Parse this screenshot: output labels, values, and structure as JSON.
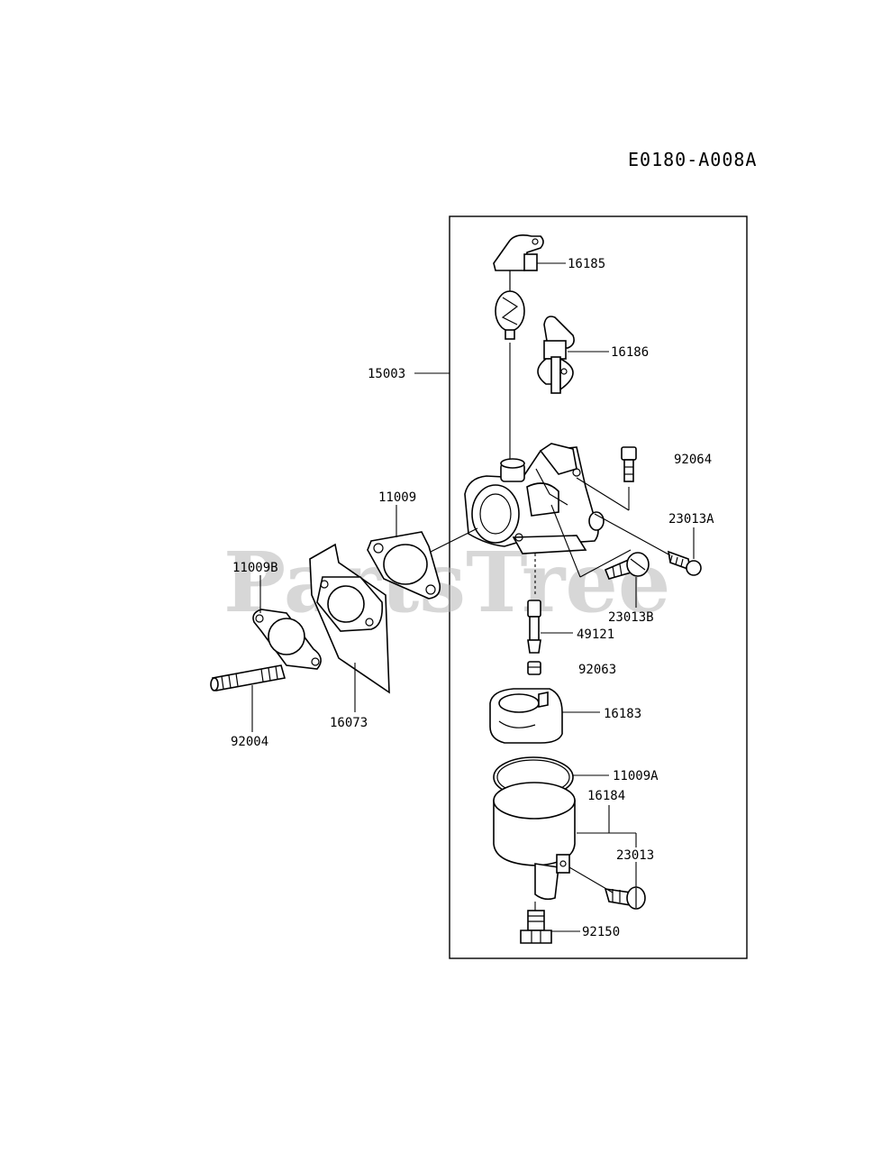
{
  "diagram": {
    "code": "E0180-A008A",
    "watermark": "PartsTree",
    "labels": {
      "p16185": "16185",
      "p16186": "16186",
      "p15003": "15003",
      "p92064": "92064",
      "p11009": "11009",
      "p23013A": "23013A",
      "p11009B": "11009B",
      "p23013B": "23013B",
      "p49121": "49121",
      "p92063": "92063",
      "p16073": "16073",
      "p16183": "16183",
      "p92004": "92004",
      "p11009A": "11009A",
      "p16184": "16184",
      "p23013": "23013",
      "p92150": "92150"
    }
  }
}
